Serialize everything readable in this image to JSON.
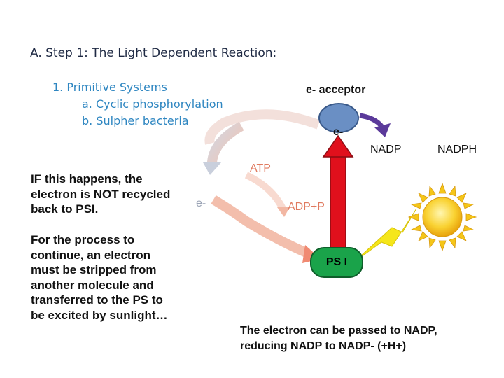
{
  "heading": "A. Step 1: The Light Dependent Reaction:",
  "outline": {
    "item1": "1. Primitive Systems",
    "item_a": "a.  Cyclic phosphorylation",
    "item_b": "b. Sulpher  bacteria"
  },
  "notes": {
    "recycle": [
      "IF this happens, the",
      "electron is NOT recycled",
      "back to PSI."
    ],
    "process": [
      "For the process to",
      "continue, an electron",
      "must be stripped from",
      "another molecule and",
      "transferred to the PS to",
      "be excited by sunlight…"
    ]
  },
  "diagram": {
    "acceptor_label": "e- acceptor",
    "electron_top": "e-",
    "electron_left": "e-",
    "atp": "ATP",
    "adp": "ADP+P",
    "nadp": "NADP",
    "nadph": "NADPH",
    "ps1": "PS I"
  },
  "caption": [
    "The electron can be passed to NADP,",
    "reducing NADP to NADP-  (+H+)"
  ],
  "colors": {
    "cycle_arrow": "#f4b79f",
    "cycle_arrow_dark": "#b0b8c8",
    "red_arrow": "#e0101c",
    "purple_arrow": "#5b3a9a",
    "lightning": "#f5e61a",
    "sun": "#f7c21b",
    "ps1_fill": "#1aa34a",
    "acceptor_fill": "#6a8fc4"
  },
  "icons": [
    "sun-icon",
    "lightning-bolt-icon"
  ]
}
